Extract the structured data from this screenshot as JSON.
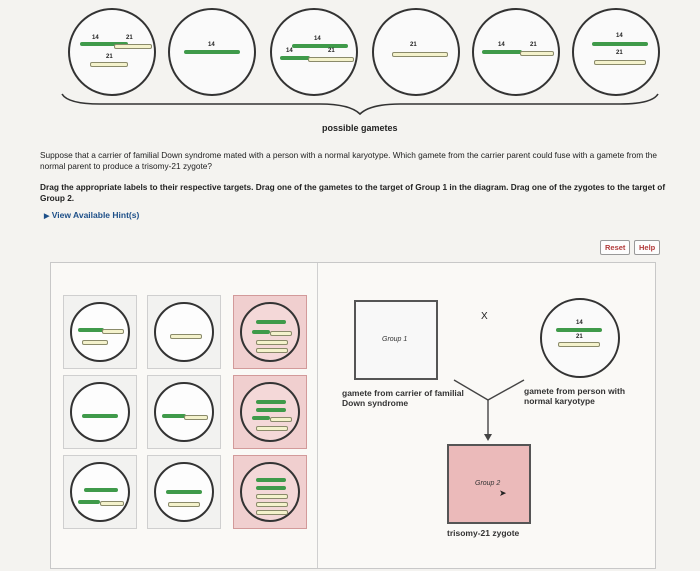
{
  "gametes_caption": "possible gametes",
  "top_gametes": [
    {
      "chroms": [
        "14",
        "21",
        "21"
      ]
    },
    {
      "chroms": [
        "14"
      ]
    },
    {
      "chroms": [
        "14",
        "14",
        "21"
      ]
    },
    {
      "chroms": [
        "21"
      ]
    },
    {
      "chroms": [
        "14",
        "21"
      ]
    },
    {
      "chroms": [
        "14",
        "21"
      ]
    }
  ],
  "question": "Suppose that a carrier of familial Down syndrome mated with a person with a normal karyotype. Which gamete from the carrier parent could fuse with a gamete from the normal parent to produce a trisomy-21 zygote?",
  "instructions": "Drag the appropriate labels to their respective targets. Drag one of the gametes to the target of Group 1 in the diagram. Drag one of the zygotes to the target of Group 2.",
  "hint_label": "View Available Hint(s)",
  "buttons": {
    "reset": "Reset",
    "help": "Help"
  },
  "group1_label": "Group 1",
  "group2_label": "Group 2",
  "cross_symbol": "X",
  "carrier_caption": "gamete from carrier of familial Down syndrome",
  "normal_caption": "gamete from person with normal karyotype",
  "zygote_caption": "trisomy-21 zygote",
  "normal_gamete": {
    "chroms": [
      "14",
      "21"
    ]
  },
  "label_14": "14",
  "label_21": "21",
  "colors": {
    "chromosome_14": "#3f9a4a",
    "chromosome_21": "#f4f2cc",
    "zygote_tile": "#f0cfcf",
    "hint_link": "#1d4f88"
  }
}
